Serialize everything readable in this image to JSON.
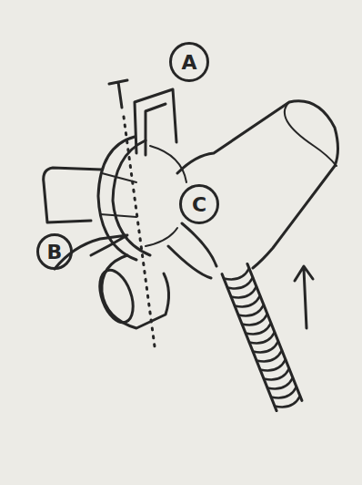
{
  "diagram": {
    "nodes": [
      {
        "text": [
          "A"
        ]
      },
      {
        "text": [
          "C"
        ]
      },
      {
        "text": [
          "B"
        ]
      }
    ]
  }
}
